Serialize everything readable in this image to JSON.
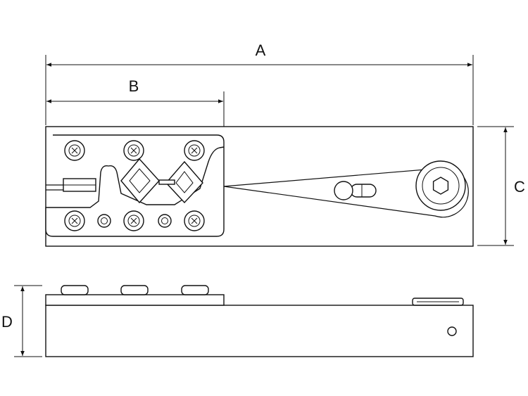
{
  "dimensions": {
    "a_label": "A",
    "b_label": "B",
    "c_label": "C",
    "d_label": "D"
  },
  "colors": {
    "line": "#111111",
    "background": "#ffffff",
    "body_fill": "#ffffff"
  },
  "icons": {
    "screw": "cross-screw-icon",
    "cap_screw": "hex-socket-screw-icon"
  }
}
